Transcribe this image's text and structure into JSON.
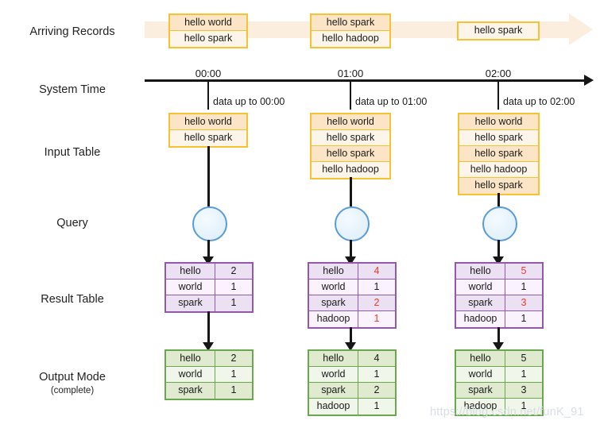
{
  "row_labels": {
    "arriving": "Arriving Records",
    "system_time": "System Time",
    "input_table": "Input Table",
    "query": "Query",
    "result_table": "Result Table",
    "output_mode": "Output Mode",
    "output_mode_sub": "(complete)"
  },
  "timeline": {
    "ticks": [
      "00:00",
      "01:00",
      "02:00"
    ],
    "data_up_to": [
      "data up to 00:00",
      "data up to 01:00",
      "data up to 02:00"
    ]
  },
  "arriving_records": [
    {
      "rows": [
        "hello world",
        "hello spark"
      ]
    },
    {
      "rows": [
        "hello spark",
        "hello hadoop"
      ]
    },
    {
      "rows": [
        "hello spark"
      ]
    }
  ],
  "input_tables": [
    {
      "rows": [
        "hello world",
        "hello spark"
      ]
    },
    {
      "rows": [
        "hello world",
        "hello spark",
        "hello spark",
        "hello hadoop"
      ]
    },
    {
      "rows": [
        "hello world",
        "hello spark",
        "hello spark",
        "hello hadoop",
        "hello spark"
      ]
    }
  ],
  "result_tables": [
    {
      "rows": [
        {
          "key": "hello",
          "value": "2",
          "changed": false
        },
        {
          "key": "world",
          "value": "1",
          "changed": false
        },
        {
          "key": "spark",
          "value": "1",
          "changed": false
        }
      ]
    },
    {
      "rows": [
        {
          "key": "hello",
          "value": "4",
          "changed": true
        },
        {
          "key": "world",
          "value": "1",
          "changed": false
        },
        {
          "key": "spark",
          "value": "2",
          "changed": true
        },
        {
          "key": "hadoop",
          "value": "1",
          "changed": true
        }
      ]
    },
    {
      "rows": [
        {
          "key": "hello",
          "value": "5",
          "changed": true
        },
        {
          "key": "world",
          "value": "1",
          "changed": false
        },
        {
          "key": "spark",
          "value": "3",
          "changed": true
        },
        {
          "key": "hadoop",
          "value": "1",
          "changed": false
        }
      ]
    }
  ],
  "output_tables": [
    {
      "rows": [
        {
          "key": "hello",
          "value": "2"
        },
        {
          "key": "world",
          "value": "1"
        },
        {
          "key": "spark",
          "value": "1"
        }
      ]
    },
    {
      "rows": [
        {
          "key": "hello",
          "value": "4"
        },
        {
          "key": "world",
          "value": "1"
        },
        {
          "key": "spark",
          "value": "2"
        },
        {
          "key": "hadoop",
          "value": "1"
        }
      ]
    },
    {
      "rows": [
        {
          "key": "hello",
          "value": "5"
        },
        {
          "key": "world",
          "value": "1"
        },
        {
          "key": "spark",
          "value": "3"
        },
        {
          "key": "hadoop",
          "value": "1"
        }
      ]
    }
  ],
  "watermark": "https://blog.csdn.net/funK_91",
  "colors": {
    "arriving_border": "#f5c232",
    "arriving_band": "#fbeede",
    "result_border": "#9259ab",
    "output_border": "#6aa84f",
    "query_border": "#5b9bd5",
    "highlight_value": "#ee3b2f",
    "axis": "#161616"
  }
}
